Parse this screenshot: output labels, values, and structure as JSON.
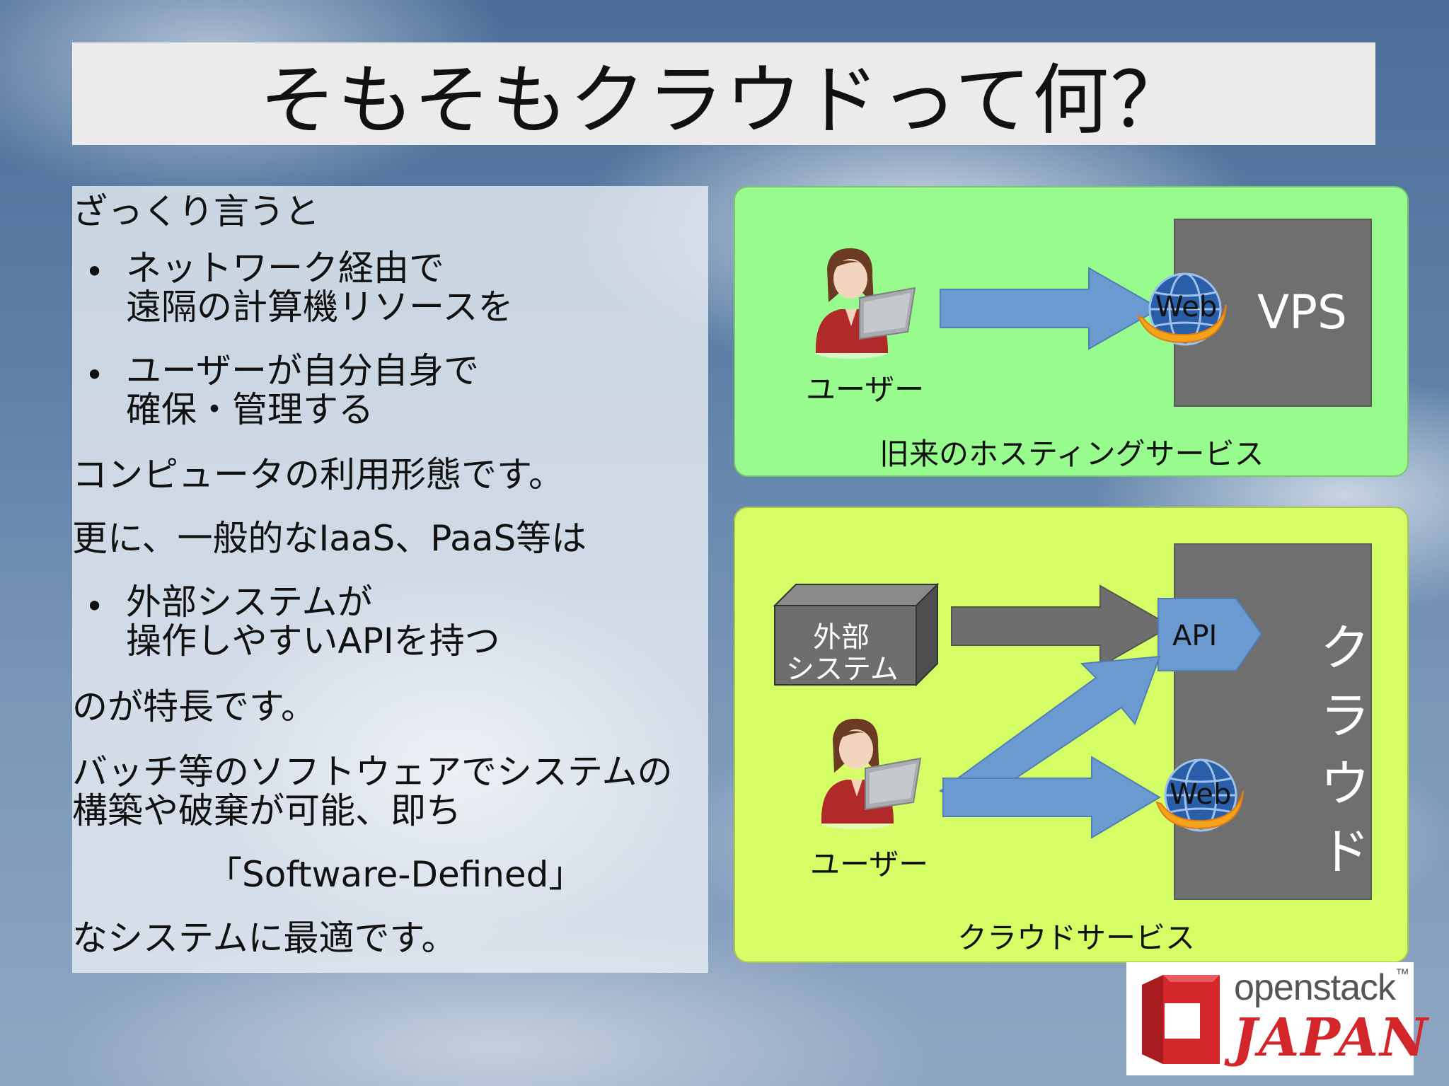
{
  "title": "そもそもクラウドって何？",
  "left_text": {
    "line1": "ざっくり言うと",
    "bullet1_a": "ネットワーク経由で",
    "bullet1_b": "遠隔の計算機リソースを",
    "bullet2_a": "ユーザーが自分自身で",
    "bullet2_b": "確保・管理する",
    "line2": "コンピュータの利用形態です。",
    "line3": "更に、一般的なIaaS、PaaS等は",
    "bullet3_a": "外部システムが",
    "bullet3_b": "操作しやすいAPIを持つ",
    "line4": "のが特長です。",
    "line5": "バッチ等のソフトウェアでシステムの",
    "line6": "構築や破棄が可能、即ち",
    "line7": "「Software-Defined」",
    "line8": "なシステムに最適です。",
    "bullet_symbol": "•"
  },
  "diagram_old": {
    "user_label": "ユーザー",
    "web_label": "Web",
    "server_label": "VPS",
    "caption": "旧来のホスティングサービス",
    "bg_color": "#97fb8e"
  },
  "diagram_cloud": {
    "external_label_1": "外部",
    "external_label_2": "システム",
    "user_label": "ユーザー",
    "api_label": "API",
    "web_label": "Web",
    "cloud_chars": [
      "ク",
      "ラ",
      "ウ",
      "ド"
    ],
    "caption": "クラウドサービス",
    "bg_color": "#d4fd66"
  },
  "logo": {
    "text_top": "openstack",
    "tm": "™",
    "text_bottom": "JAPAN",
    "brand_red": "#d3262b"
  },
  "colors": {
    "arrow_blue": "#6a9ad0",
    "arrow_gray": "#6e6e6e",
    "server_gray": "#6f6f6f"
  }
}
